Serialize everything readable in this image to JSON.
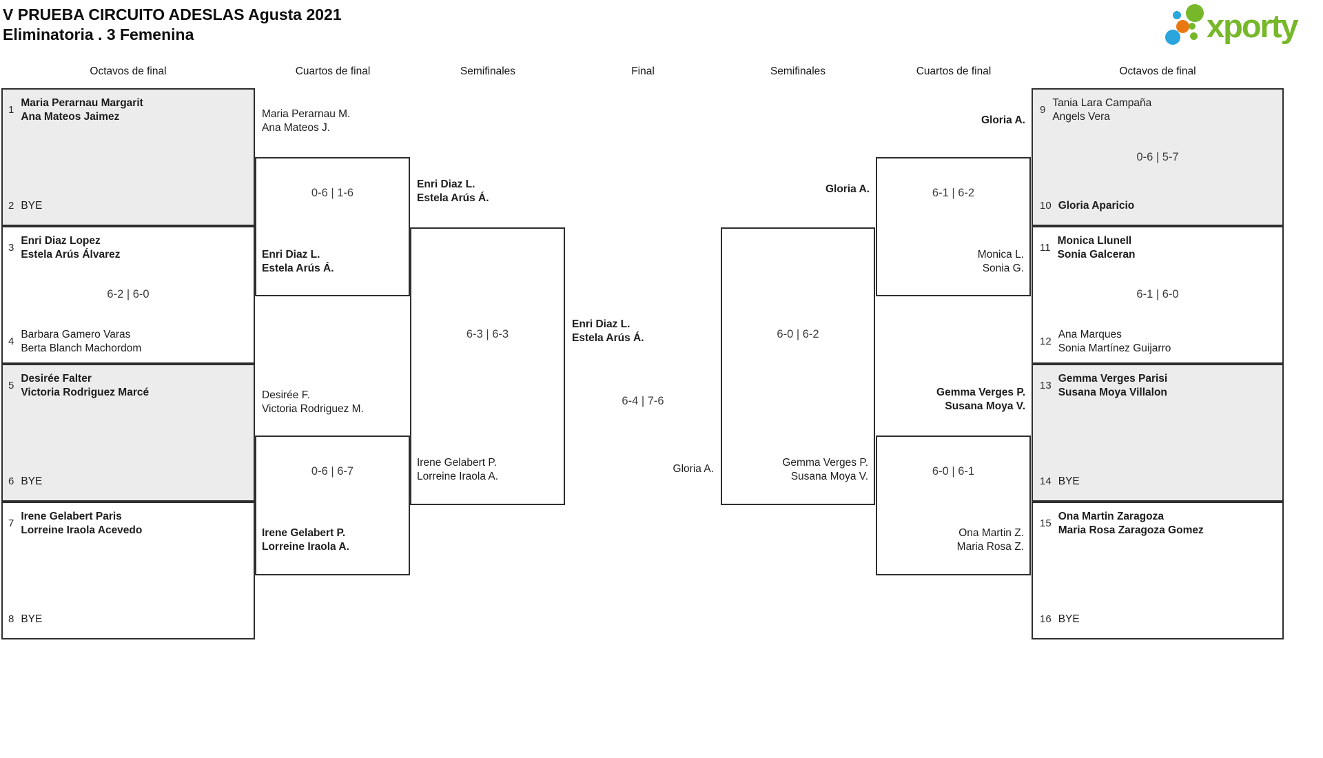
{
  "title": {
    "line1": "V PRUEBA CIRCUITO ADESLAS Agusta 2021",
    "line2": "Eliminatoria . 3 Femenina"
  },
  "logo": {
    "text": "xporty",
    "green": "#76b82a",
    "blue": "#2aa5dd",
    "orange": "#e97813"
  },
  "colors": {
    "shaded_box_fill": "#ececec",
    "box_border": "#2e2e2e",
    "text": "#1d1d1d"
  },
  "headers": [
    "Octavos de final",
    "Cuartos de final",
    "Semifinales",
    "Final",
    "Semifinales",
    "Cuartos de final",
    "Octavos de final"
  ],
  "r16L": [
    {
      "seedTop": "1",
      "topA": "Maria Perarnau Margarit",
      "topB": "Ana Mateos Jaimez",
      "seedBot": "2",
      "botA": "BYE"
    },
    {
      "seedTop": "3",
      "topA": "Enri Diaz Lopez",
      "topB": "Estela Arús Álvarez",
      "score": "6-2 | 6-0",
      "seedBot": "4",
      "botA": "Barbara Gamero Varas",
      "botB": "Berta Blanch Machordom"
    },
    {
      "seedTop": "5",
      "topA": "Desirée Falter",
      "topB": "Victoria Rodriguez Marcé",
      "seedBot": "6",
      "botA": "BYE"
    },
    {
      "seedTop": "7",
      "topA": "Irene Gelabert Paris",
      "topB": "Lorreine Iraola Acevedo",
      "seedBot": "8",
      "botA": "BYE"
    }
  ],
  "r16R": [
    {
      "seedTop": "9",
      "topA": "Tania Lara Campaña",
      "topB": "Angels Vera",
      "score": "0-6 | 5-7",
      "seedBot": "10",
      "botA": "Gloria Aparicio"
    },
    {
      "seedTop": "11",
      "topA": "Monica Llunell",
      "topB": "Sonia Galceran",
      "score": "6-1 | 6-0",
      "seedBot": "12",
      "botA": "Ana Marques",
      "botB": "Sonia Martínez Guijarro"
    },
    {
      "seedTop": "13",
      "topA": "Gemma Verges Parisi",
      "topB": "Susana Moya Villalon",
      "seedBot": "14",
      "botA": "BYE"
    },
    {
      "seedTop": "15",
      "topA": "Ona Martin Zaragoza",
      "topB": "Maria Rosa Zaragoza Gomez",
      "seedBot": "16",
      "botA": "BYE"
    }
  ],
  "qfL": [
    {
      "topA": "Maria Perarnau M.",
      "topB": "Ana Mateos J.",
      "score": "0-6 | 1-6",
      "botA": "Enri Diaz L.",
      "botB": "Estela Arús Á."
    },
    {
      "topA": "Desirée F.",
      "topB": "Victoria Rodriguez M.",
      "score": "0-6 | 6-7",
      "botA": "Irene Gelabert P.",
      "botB": "Lorreine Iraola A."
    }
  ],
  "qfR": [
    {
      "topA": "Gloria A.",
      "score": "6-1 | 6-2",
      "botA": "Monica L.",
      "botB": "Sonia G."
    },
    {
      "topA": "Gemma Verges P.",
      "topB": "Susana Moya V.",
      "score": "6-0 | 6-1",
      "botA": "Ona Martin Z.",
      "botB": "Maria Rosa Z."
    }
  ],
  "sfL": {
    "topA": "Enri Diaz L.",
    "topB": "Estela Arús Á.",
    "score": "6-3 | 6-3",
    "botA": "Irene Gelabert P.",
    "botB": "Lorreine Iraola A."
  },
  "sfR": {
    "topA": "Gloria A.",
    "score": "6-0 | 6-2",
    "botA": "Gemma Verges P.",
    "botB": "Susana Moya V."
  },
  "final": {
    "topA": "Enri Diaz L.",
    "topB": "Estela Arús Á.",
    "score": "6-4 | 7-6",
    "botA": "Gloria A."
  },
  "chart_data": {
    "type": "table",
    "title": "V PRUEBA CIRCUITO ADESLAS Agusta 2021 — Eliminatoria . 3 Femenina",
    "rounds": [
      "Octavos de final",
      "Cuartos de final",
      "Semifinales",
      "Final"
    ],
    "matches": [
      {
        "round": "Octavos de final",
        "seed1": 1,
        "team1": "Maria Perarnau Margarit / Ana Mateos Jaimez",
        "seed2": 2,
        "team2": "BYE",
        "score": null,
        "winner": "team1"
      },
      {
        "round": "Octavos de final",
        "seed1": 3,
        "team1": "Enri Diaz Lopez / Estela Arús Álvarez",
        "seed2": 4,
        "team2": "Barbara Gamero Varas / Berta Blanch Machordom",
        "score": "6-2 | 6-0",
        "winner": "team1"
      },
      {
        "round": "Octavos de final",
        "seed1": 5,
        "team1": "Desirée Falter / Victoria Rodriguez Marcé",
        "seed2": 6,
        "team2": "BYE",
        "score": null,
        "winner": "team1"
      },
      {
        "round": "Octavos de final",
        "seed1": 7,
        "team1": "Irene Gelabert Paris / Lorreine Iraola Acevedo",
        "seed2": 8,
        "team2": "BYE",
        "score": null,
        "winner": "team1"
      },
      {
        "round": "Octavos de final",
        "seed1": 9,
        "team1": "Tania Lara Campaña / Angels Vera",
        "seed2": 10,
        "team2": "Gloria Aparicio",
        "score": "0-6 | 5-7",
        "winner": "team2"
      },
      {
        "round": "Octavos de final",
        "seed1": 11,
        "team1": "Monica Llunell / Sonia Galceran",
        "seed2": 12,
        "team2": "Ana Marques / Sonia Martínez Guijarro",
        "score": "6-1 | 6-0",
        "winner": "team1"
      },
      {
        "round": "Octavos de final",
        "seed1": 13,
        "team1": "Gemma Verges Parisi / Susana Moya Villalon",
        "seed2": 14,
        "team2": "BYE",
        "score": null,
        "winner": "team1"
      },
      {
        "round": "Octavos de final",
        "seed1": 15,
        "team1": "Ona Martin Zaragoza / Maria Rosa Zaragoza Gomez",
        "seed2": 16,
        "team2": "BYE",
        "score": null,
        "winner": "team1"
      },
      {
        "round": "Cuartos de final",
        "team1": "Maria Perarnau M. / Ana Mateos J.",
        "team2": "Enri Diaz L. / Estela Arús Á.",
        "score": "0-6 | 1-6",
        "winner": "team2"
      },
      {
        "round": "Cuartos de final",
        "team1": "Desirée F. / Victoria Rodriguez M.",
        "team2": "Irene Gelabert P. / Lorreine Iraola A.",
        "score": "0-6 | 6-7",
        "winner": "team2"
      },
      {
        "round": "Cuartos de final",
        "team1": "Gloria A.",
        "team2": "Monica L. / Sonia G.",
        "score": "6-1 | 6-2",
        "winner": "team1"
      },
      {
        "round": "Cuartos de final",
        "team1": "Gemma Verges P. / Susana Moya V.",
        "team2": "Ona Martin Z. / Maria Rosa Z.",
        "score": "6-0 | 6-1",
        "winner": "team1"
      },
      {
        "round": "Semifinales",
        "team1": "Enri Diaz L. / Estela Arús Á.",
        "team2": "Irene Gelabert P. / Lorreine Iraola A.",
        "score": "6-3 | 6-3",
        "winner": "team1"
      },
      {
        "round": "Semifinales",
        "team1": "Gloria A.",
        "team2": "Gemma Verges P. / Susana Moya V.",
        "score": "6-0 | 6-2",
        "winner": "team1"
      },
      {
        "round": "Final",
        "team1": "Enri Diaz L. / Estela Arús Á.",
        "team2": "Gloria A.",
        "score": "6-4 | 7-6",
        "winner": "team1"
      }
    ]
  }
}
